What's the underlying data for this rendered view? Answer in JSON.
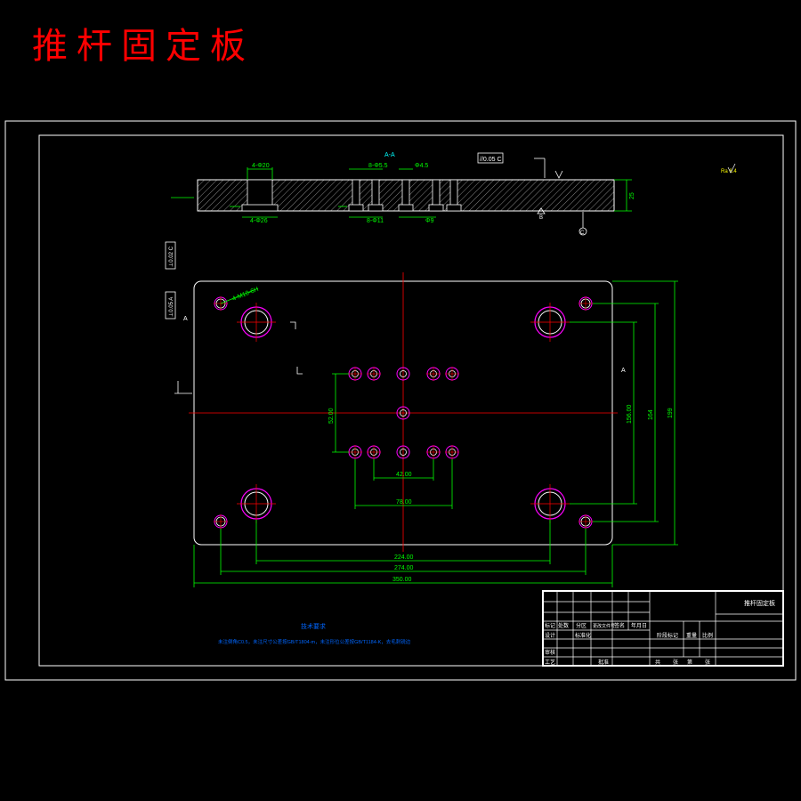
{
  "title": "推杆固定板",
  "section_view": {
    "label": "A-A",
    "dims": {
      "cbore_dia": "4-Φ20",
      "cbore_head_dia": "4-Φ26",
      "pin_dia_top": "8-Φ5.5",
      "pin_dia_bottom": "8-Φ11",
      "center_dia_top": "Φ4.5",
      "center_dia_bottom": "Φ9",
      "thickness": "25"
    },
    "flatness_frame": "//0.05 C",
    "datum": "C",
    "datum_b": "B"
  },
  "plan_view": {
    "hole_callout": "4-M10-6H",
    "section_mark": "A",
    "perp_frame_1": "⊥0.02 C",
    "perp_frame_2": "⊥0.05 A",
    "dims": {
      "overall_width": "350.00",
      "outer_hole_span": "274.00",
      "bore_span": "224.00",
      "pin_row_pitch": "52.00",
      "inner_pin_span": "42.00",
      "outer_pin_span": "78.00",
      "bore_span_v": "156.00",
      "outer_hole_span_v": "164",
      "overall_height": "199"
    }
  },
  "notes": {
    "heading": "技术要求",
    "body": "未注倒角C0.5，未注尺寸公差按GB/T1804-m，未注形位公差按GB/T1184-K，去毛刺锐边"
  },
  "surface_symbol": "Ra 6.4",
  "title_block": {
    "row_labels": [
      "标记",
      "设计",
      "审核",
      "工艺"
    ],
    "headers": [
      "处数",
      "分区",
      "更改文件号",
      "签名",
      "年月日"
    ],
    "part_name": "推杆固定板",
    "stage_labels": [
      "阶段标记",
      "重量",
      "比例"
    ],
    "sheet_labels": [
      "共",
      "张",
      "第",
      "张"
    ],
    "std_label": "标准化",
    "approve_label": "批准"
  }
}
